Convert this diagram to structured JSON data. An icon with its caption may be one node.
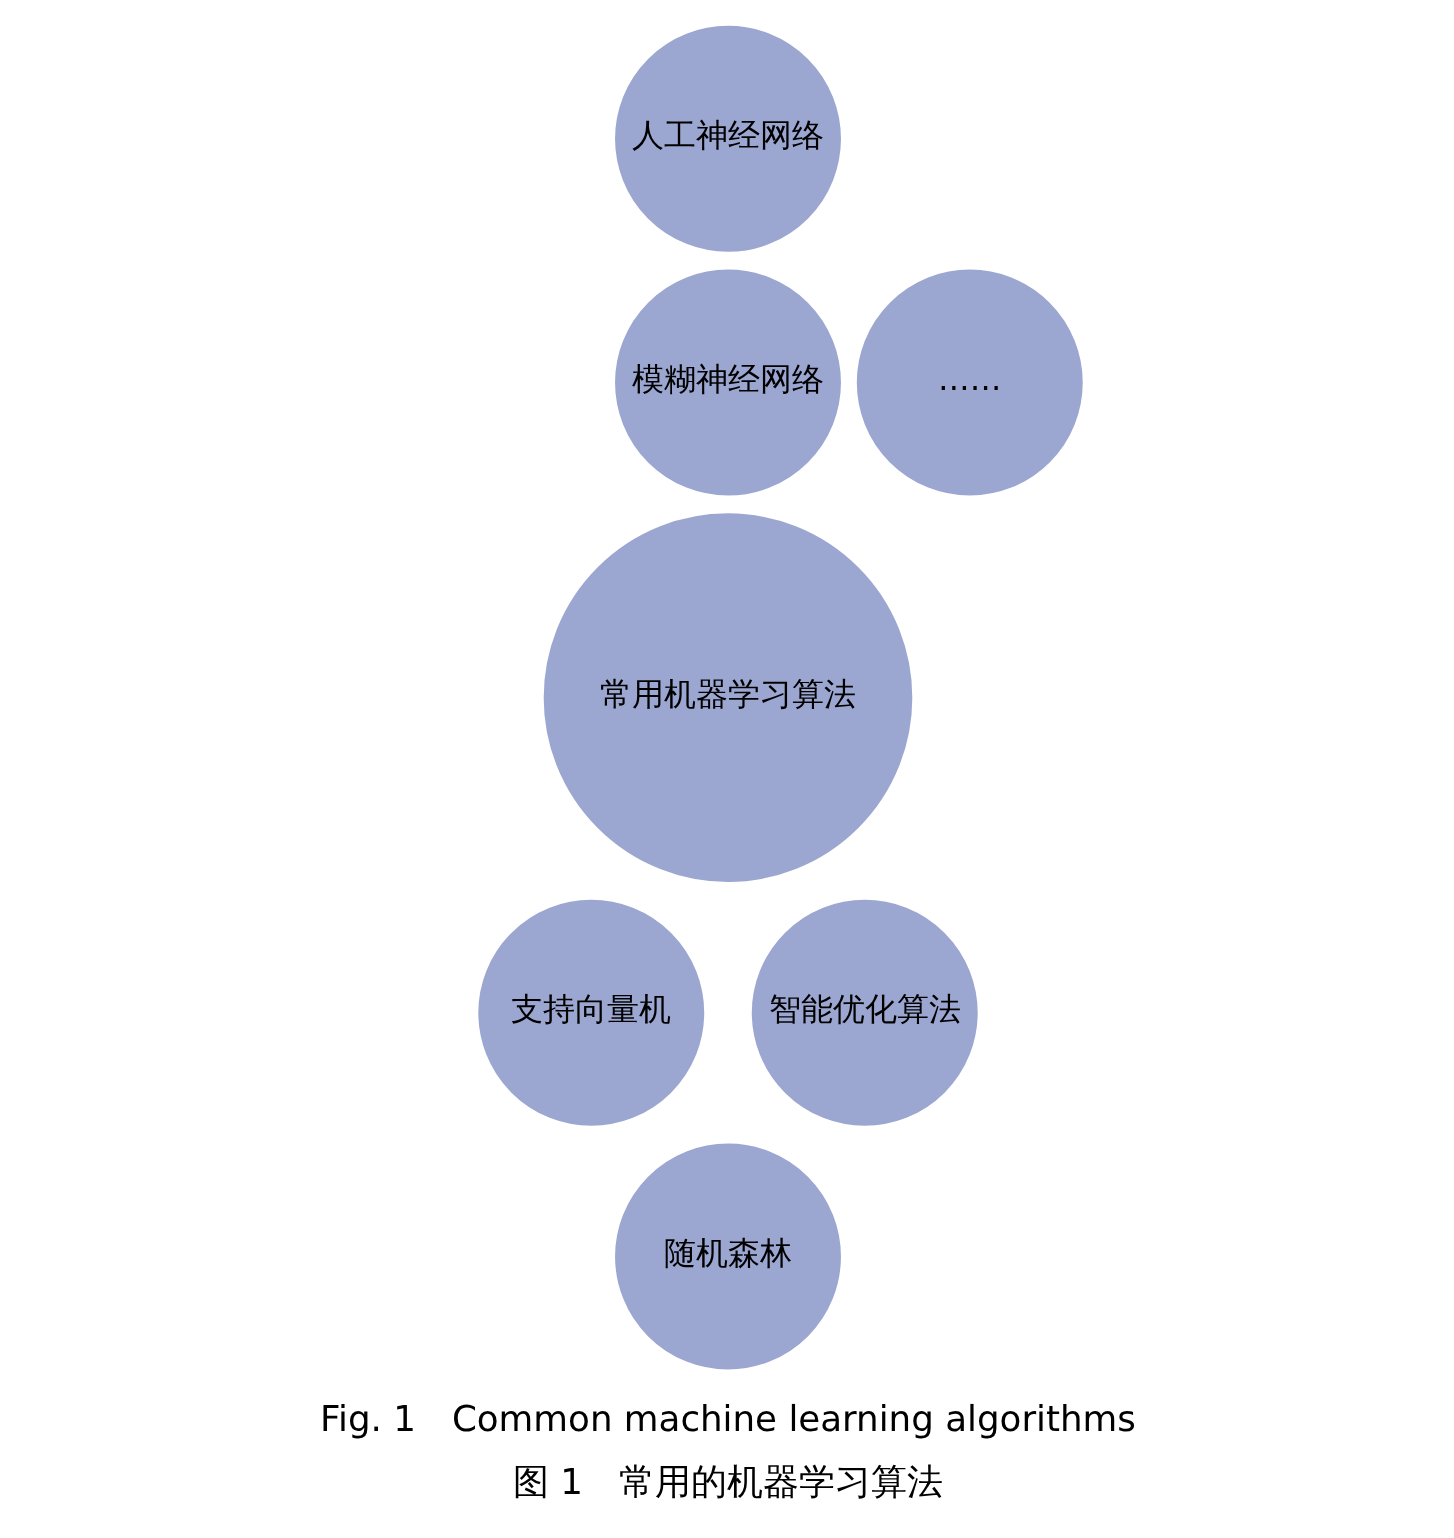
{
  "diagram": {
    "caption": "图 1　常用的机器学习算法",
    "nodes": [
      {
        "text": [
          "常用机器学习算法"
        ]
      },
      {
        "text": [
          "人工神经网络"
        ]
      },
      {
        "text": [
          "模糊神经网络"
        ]
      },
      {
        "text": [
          "支持向量机"
        ]
      },
      {
        "text": [
          "随机森林"
        ]
      },
      {
        "text": [
          "智能优化算法"
        ]
      },
      {
        "text": [
          "……"
        ]
      }
    ],
    "edges": [],
    "labels": [
      "Fig. 1　Common machine learning algorithms"
    ]
  }
}
